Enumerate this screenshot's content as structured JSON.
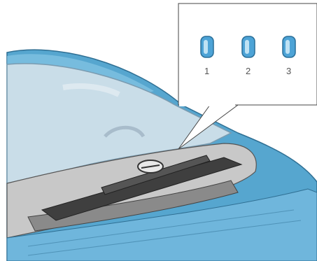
{
  "callout": {
    "nozzles": [
      {
        "label": "1"
      },
      {
        "label": "2"
      },
      {
        "label": "3"
      }
    ]
  },
  "colors": {
    "body_blue": "#56a6cf",
    "body_light": "#8ecbe8",
    "windshield": "#c9dde8",
    "cowl": "#8a8a8a",
    "wiper": "#3f3f3f",
    "nozzle": "#4da3d6"
  }
}
